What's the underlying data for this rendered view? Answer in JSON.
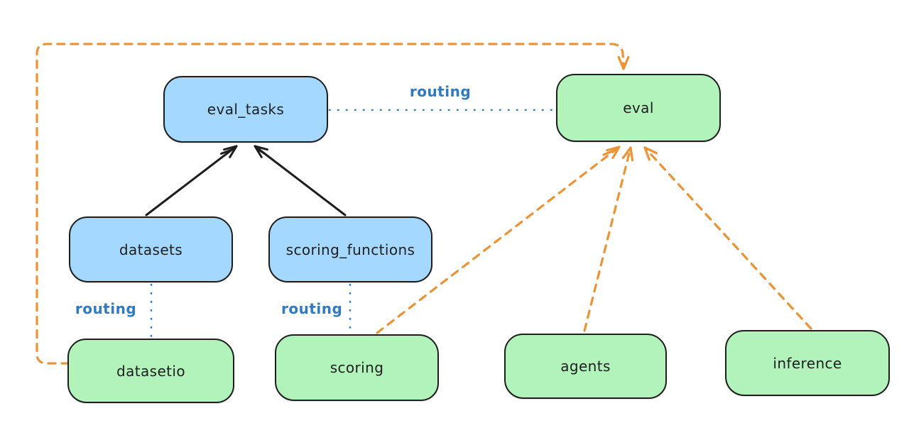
{
  "diagram": {
    "nodes": {
      "eval_tasks": {
        "label": "eval_tasks"
      },
      "eval": {
        "label": "eval"
      },
      "datasets": {
        "label": "datasets"
      },
      "scoring_functions": {
        "label": "scoring_functions"
      },
      "datasetio": {
        "label": "datasetio"
      },
      "scoring": {
        "label": "scoring"
      },
      "agents": {
        "label": "agents"
      },
      "inference": {
        "label": "inference"
      }
    },
    "edge_labels": {
      "routing": "routing"
    },
    "colors": {
      "registry_node_fill": "#a5d8ff",
      "api_node_fill": "#b2f2bb",
      "node_stroke": "#1e1e1e",
      "routing_blue": "#2f7bc3",
      "provider_orange": "#ec9335",
      "solid_arrow_black": "#1e1e1e"
    }
  }
}
